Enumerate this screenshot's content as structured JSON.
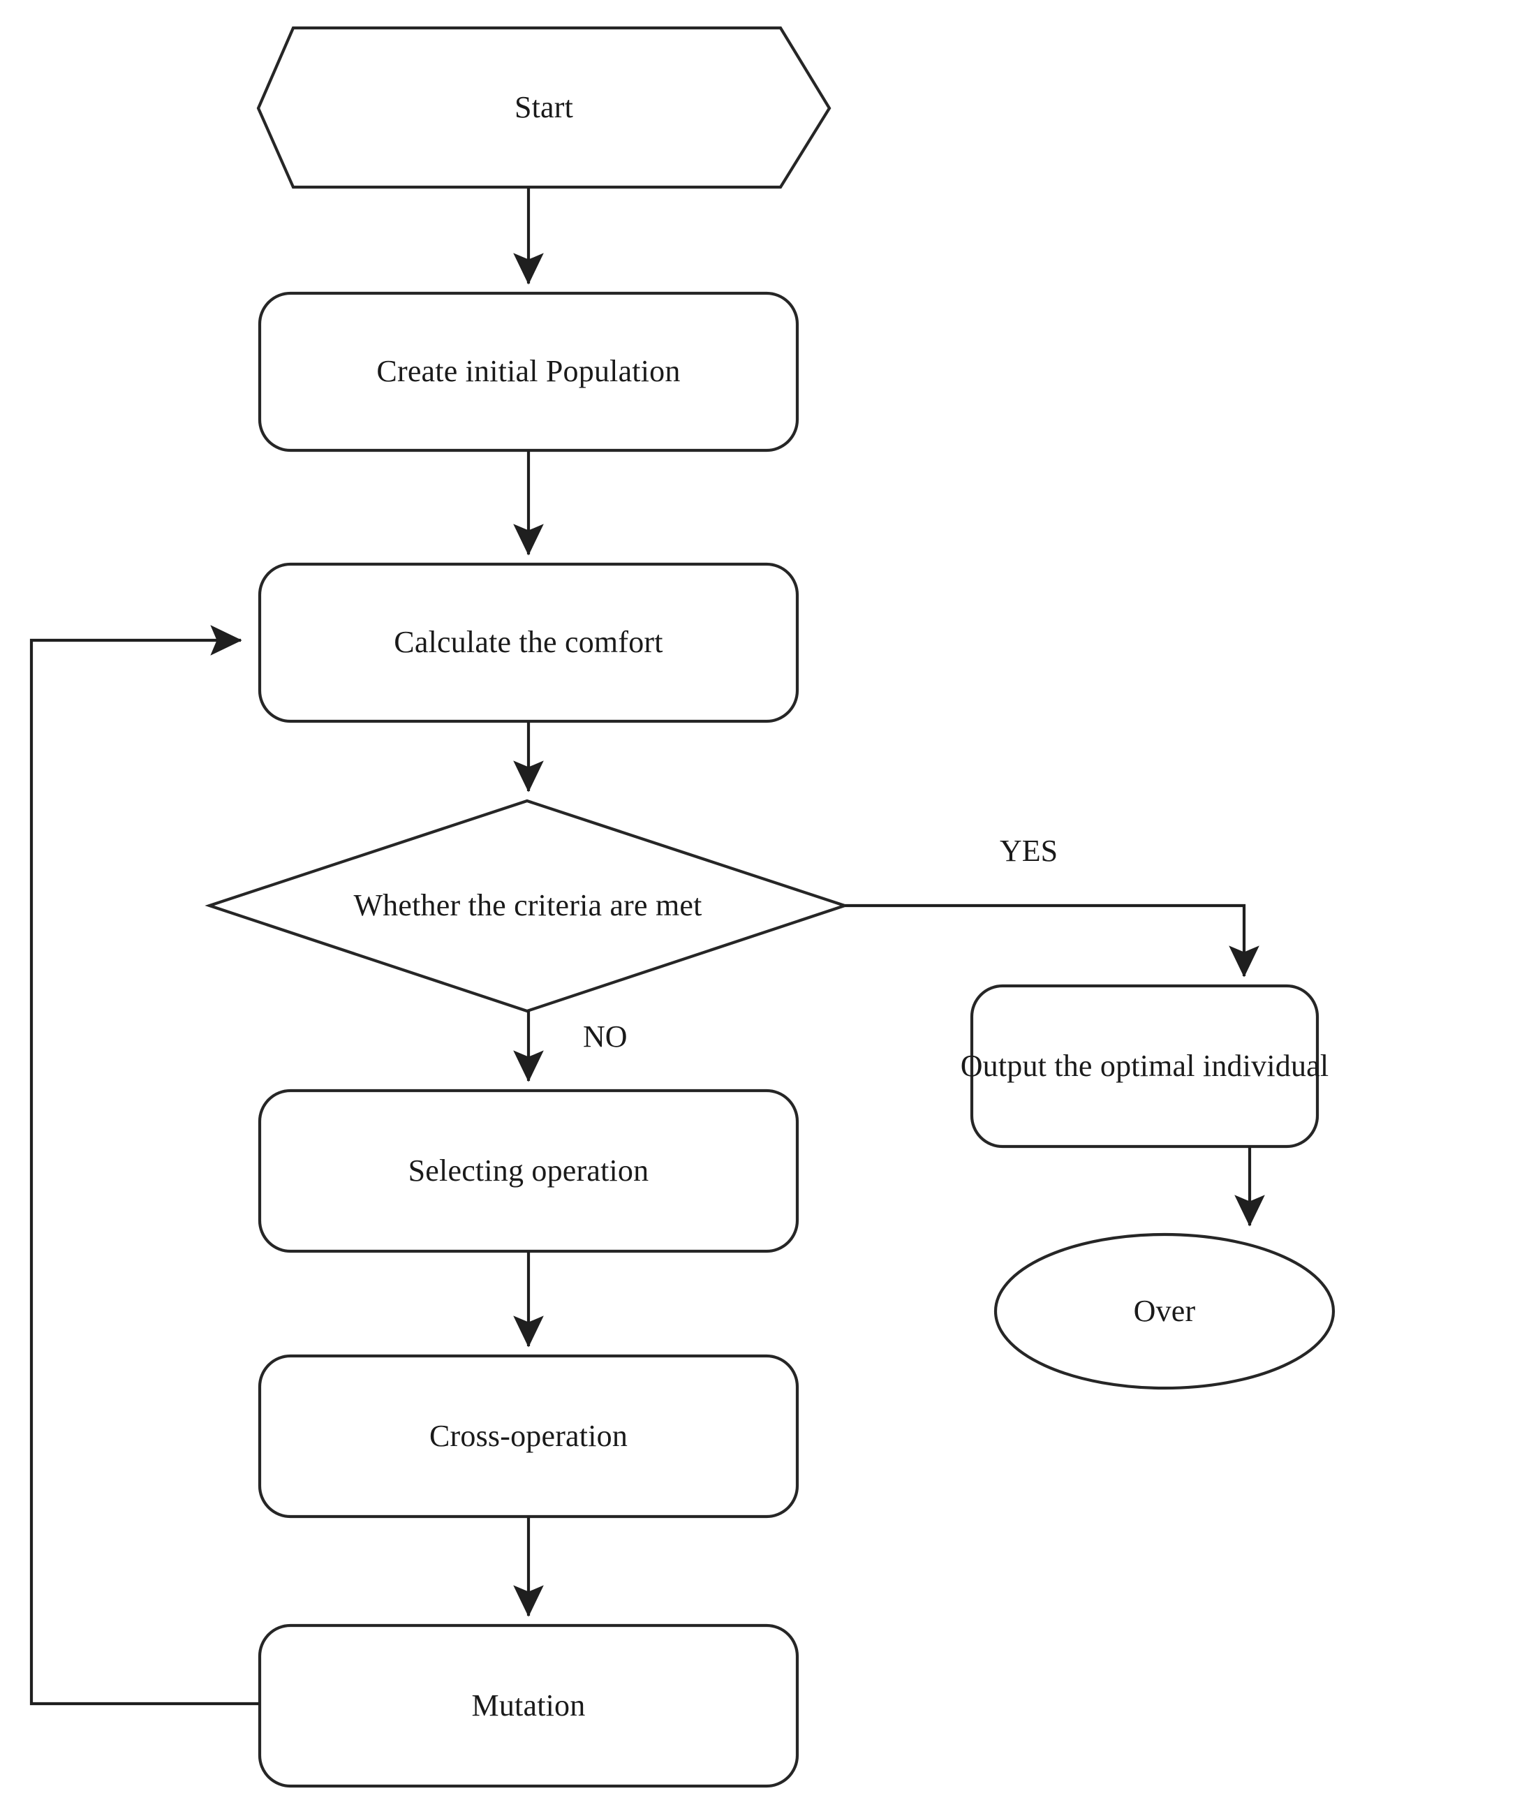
{
  "diagram": {
    "type": "flowchart",
    "title": "Genetic Algorithm Flowchart",
    "orientation": "top-to-bottom",
    "stroke_color": "#262626",
    "fill_color": "#ffffff",
    "text_color": "#1a1a1a",
    "nodes": [
      {
        "id": "start",
        "shape": "hexagon",
        "label": "Start"
      },
      {
        "id": "init",
        "shape": "rounded-rectangle",
        "label": "Create initial Population"
      },
      {
        "id": "comfort",
        "shape": "rounded-rectangle",
        "label": "Calculate the comfort"
      },
      {
        "id": "decision",
        "shape": "diamond",
        "label": "Whether the criteria are met"
      },
      {
        "id": "select",
        "shape": "rounded-rectangle",
        "label": "Selecting operation"
      },
      {
        "id": "cross",
        "shape": "rounded-rectangle",
        "label": "Cross-operation"
      },
      {
        "id": "mutation",
        "shape": "rounded-rectangle",
        "label": "Mutation"
      },
      {
        "id": "output",
        "shape": "rounded-rectangle",
        "label": "Output the optimal individual"
      },
      {
        "id": "over",
        "shape": "ellipse",
        "label": "Over"
      }
    ],
    "edges": [
      {
        "from": "start",
        "to": "init",
        "label": ""
      },
      {
        "from": "init",
        "to": "comfort",
        "label": ""
      },
      {
        "from": "comfort",
        "to": "decision",
        "label": ""
      },
      {
        "from": "decision",
        "to": "output",
        "label": "YES"
      },
      {
        "from": "decision",
        "to": "select",
        "label": "NO"
      },
      {
        "from": "select",
        "to": "cross",
        "label": ""
      },
      {
        "from": "cross",
        "to": "mutation",
        "label": ""
      },
      {
        "from": "mutation",
        "to": "comfort",
        "label": ""
      },
      {
        "from": "output",
        "to": "over",
        "label": ""
      }
    ],
    "edge_labels": {
      "yes": "YES",
      "no": "NO"
    }
  }
}
